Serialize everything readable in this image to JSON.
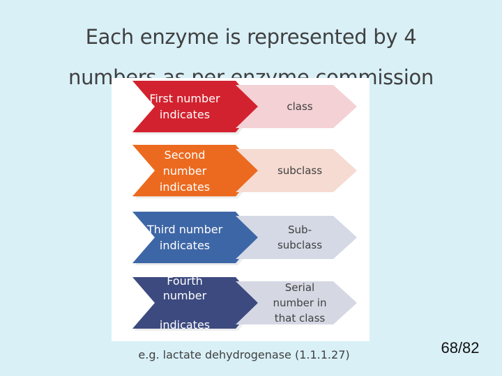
{
  "title": {
    "line1": "Each enzyme is represented by 4",
    "line2": "numbers as per enzyme commission"
  },
  "rows": [
    {
      "label": "First number\nindicates",
      "value": "class",
      "lead_color": "#d3222f",
      "tail_color": "#f3d1d4"
    },
    {
      "label": "Second\nnumber\nindicates",
      "value": "subclass",
      "lead_color": "#ec6a1f",
      "tail_color": "#f6dbd2"
    },
    {
      "label": "Third number\nindicates",
      "value": "Sub-\nsubclass",
      "lead_color": "#3d66a6",
      "tail_color": "#d4d9e5"
    },
    {
      "label": "Fourth\nnumber\n\nindicates",
      "value": "Serial\nnumber in\nthat class",
      "lead_color": "#3c4a7f",
      "tail_color": "#d5d8e3"
    }
  ],
  "example": "e.g. lactate dehydrogenase (1.1.1.27)",
  "page_number": "68/82"
}
